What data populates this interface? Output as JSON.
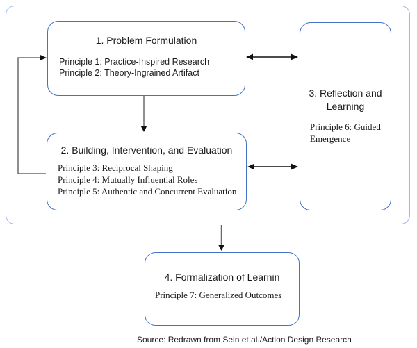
{
  "boxes": {
    "problem_formulation": {
      "title": "1. Problem Formulation",
      "principles": [
        "Principle 1: Practice-Inspired Research",
        "Principle 2: Theory-Ingrained Artifact"
      ]
    },
    "building_intervention_evaluation": {
      "title": "2. Building, Intervention, and Evaluation",
      "principles": [
        "Principle 3: Reciprocal Shaping",
        "Principle 4: Mutually Influential Roles",
        "Principle 5: Authentic and Concurrent Evaluation"
      ]
    },
    "reflection_and_learning": {
      "title": "3. Reflection and Learning",
      "principles": [
        "Principle 6: Guided Emergence"
      ]
    },
    "formalization_of_learning": {
      "title": "4. Formalization of Learnin",
      "principles": [
        "Principle 7: Generalized Outcomes"
      ]
    }
  },
  "caption": "Source: Redrawn from Sein et al./Action Design Research",
  "colors": {
    "box-border": "#4472C4",
    "outer-border": "#9FB8E2",
    "loop-line": "#6a6a6a",
    "arrow": "#111111",
    "text": "#1a1a1a"
  }
}
